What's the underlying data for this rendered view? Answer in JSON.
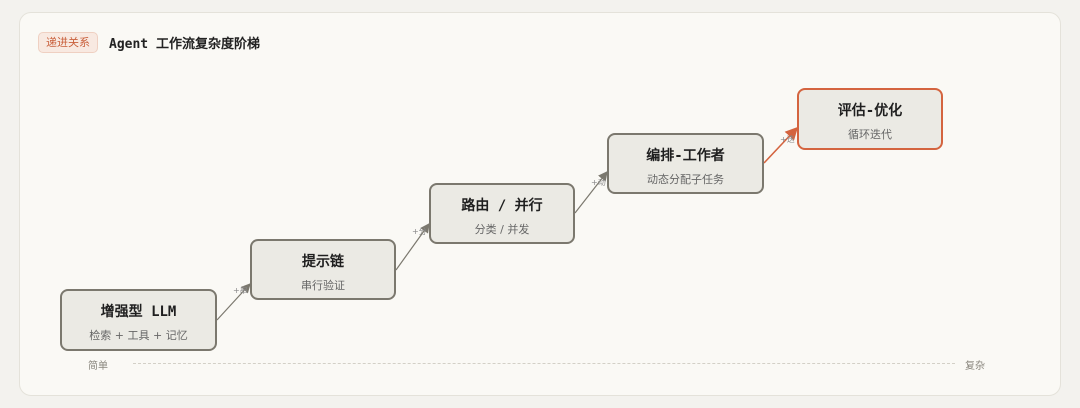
{
  "header": {
    "badge": "递进关系",
    "title": "Agent 工作流复杂度阶梯"
  },
  "colors": {
    "accent": "#d4643f",
    "node_border": "#7b786e",
    "node_fill": "#ebeae4"
  },
  "nodes": [
    {
      "title": "增强型 LLM",
      "subtitle": "检索 + 工具 + 记忆"
    },
    {
      "title": "提示链",
      "subtitle": "串行验证"
    },
    {
      "title": "路由 / 并行",
      "subtitle": "分类 / 并发"
    },
    {
      "title": "编排-工作者",
      "subtitle": "动态分配子任务"
    },
    {
      "title": "评估-优化",
      "subtitle": "循环迭代",
      "highlight": true
    }
  ],
  "edges": [
    {
      "label": "+串"
    },
    {
      "label": "+分"
    },
    {
      "label": "+动"
    },
    {
      "label": "+迭"
    }
  ],
  "axis": {
    "start": "简单",
    "end": "复杂"
  }
}
